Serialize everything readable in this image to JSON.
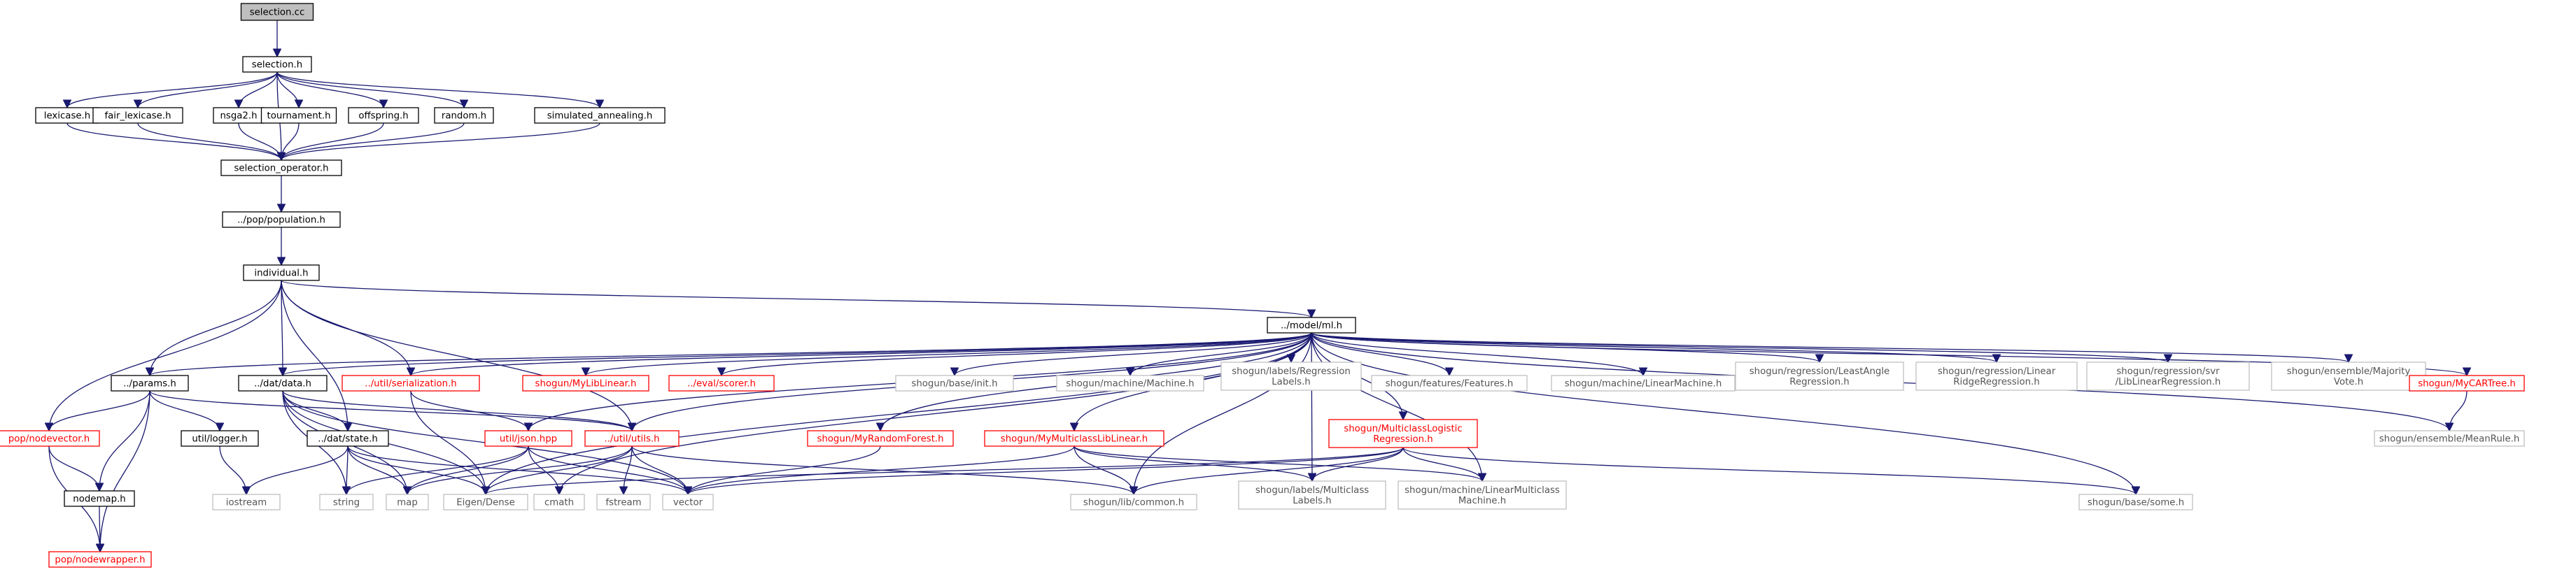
{
  "graph": {
    "colors": {
      "edge": "#191970",
      "root_fill": "#bfbfbf",
      "node_border_black": "#000000",
      "node_border_red": "#ff0000",
      "node_border_grey": "#bfbfbf",
      "text_dark": "#000000",
      "text_red": "#ff0000",
      "text_grey": "#555555"
    },
    "nodes": [
      {
        "id": "selection_cc",
        "lines": [
          "selection.cc"
        ],
        "style": "root"
      },
      {
        "id": "selection_h",
        "lines": [
          "selection.h"
        ],
        "style": "black"
      },
      {
        "id": "lexicase_h",
        "lines": [
          "lexicase.h"
        ],
        "style": "black"
      },
      {
        "id": "fair_lexicase_h",
        "lines": [
          "fair_lexicase.h"
        ],
        "style": "black"
      },
      {
        "id": "nsga2_h",
        "lines": [
          "nsga2.h"
        ],
        "style": "black"
      },
      {
        "id": "tournament_h",
        "lines": [
          "tournament.h"
        ],
        "style": "black"
      },
      {
        "id": "offspring_h",
        "lines": [
          "offspring.h"
        ],
        "style": "black"
      },
      {
        "id": "random_h",
        "lines": [
          "random.h"
        ],
        "style": "black"
      },
      {
        "id": "simulated_annealing_h",
        "lines": [
          "simulated_annealing.h"
        ],
        "style": "black"
      },
      {
        "id": "selection_operator_h",
        "lines": [
          "selection_operator.h"
        ],
        "style": "black"
      },
      {
        "id": "population_h",
        "lines": [
          "../pop/population.h"
        ],
        "style": "black"
      },
      {
        "id": "individual_h",
        "lines": [
          "individual.h"
        ],
        "style": "black"
      },
      {
        "id": "ml_h",
        "lines": [
          "../model/ml.h"
        ],
        "style": "black"
      },
      {
        "id": "params_h",
        "lines": [
          "../params.h"
        ],
        "style": "black"
      },
      {
        "id": "data_h",
        "lines": [
          "../dat/data.h"
        ],
        "style": "black"
      },
      {
        "id": "serialization_h",
        "lines": [
          "../util/serialization.h"
        ],
        "style": "red"
      },
      {
        "id": "mylibliner_h",
        "lines": [
          "shogun/MyLibLinear.h"
        ],
        "style": "red"
      },
      {
        "id": "scorer_h",
        "lines": [
          "../eval/scorer.h"
        ],
        "style": "red"
      },
      {
        "id": "init_h",
        "lines": [
          "shogun/base/init.h"
        ],
        "style": "grey"
      },
      {
        "id": "machine_h",
        "lines": [
          "shogun/machine/Machine.h"
        ],
        "style": "grey"
      },
      {
        "id": "regression_labels_h",
        "lines": [
          "shogun/labels/Regression",
          "Labels.h"
        ],
        "style": "grey"
      },
      {
        "id": "features_h",
        "lines": [
          "shogun/features/Features.h"
        ],
        "style": "grey"
      },
      {
        "id": "linear_machine_h",
        "lines": [
          "shogun/machine/LinearMachine.h"
        ],
        "style": "grey"
      },
      {
        "id": "least_angle_h",
        "lines": [
          "shogun/regression/LeastAngle",
          "Regression.h"
        ],
        "style": "grey"
      },
      {
        "id": "linear_ridge_h",
        "lines": [
          "shogun/regression/Linear",
          "RidgeRegression.h"
        ],
        "style": "grey"
      },
      {
        "id": "liblinear_regression_h",
        "lines": [
          "shogun/regression/svr",
          "/LibLinearRegression.h"
        ],
        "style": "grey"
      },
      {
        "id": "majority_vote_h",
        "lines": [
          "shogun/ensemble/Majority",
          "Vote.h"
        ],
        "style": "grey"
      },
      {
        "id": "mycartree_h",
        "lines": [
          "shogun/MyCARTree.h"
        ],
        "style": "red"
      },
      {
        "id": "meanrule_h",
        "lines": [
          "shogun/ensemble/MeanRule.h"
        ],
        "style": "grey"
      },
      {
        "id": "json_hpp",
        "lines": [
          "util/json.hpp"
        ],
        "style": "red"
      },
      {
        "id": "utils_h",
        "lines": [
          "../util/utils.h"
        ],
        "style": "red"
      },
      {
        "id": "myrandomforest_h",
        "lines": [
          "shogun/MyRandomForest.h"
        ],
        "style": "red"
      },
      {
        "id": "mymulticlassliblinear_h",
        "lines": [
          "shogun/MyMulticlassLibLinear.h"
        ],
        "style": "red"
      },
      {
        "id": "multiclass_logistic_h",
        "lines": [
          "shogun/MulticlassLogistic",
          "Regression.h"
        ],
        "style": "red"
      },
      {
        "id": "nodevector_h",
        "lines": [
          "pop/nodevector.h"
        ],
        "style": "red"
      },
      {
        "id": "logger_h",
        "lines": [
          "util/logger.h"
        ],
        "style": "black"
      },
      {
        "id": "state_h",
        "lines": [
          "../dat/state.h"
        ],
        "style": "black"
      },
      {
        "id": "nodemap_h",
        "lines": [
          "nodemap.h"
        ],
        "style": "black"
      },
      {
        "id": "iostream",
        "lines": [
          "iostream"
        ],
        "style": "grey"
      },
      {
        "id": "string",
        "lines": [
          "string"
        ],
        "style": "grey"
      },
      {
        "id": "map",
        "lines": [
          "map"
        ],
        "style": "grey"
      },
      {
        "id": "eigen_dense",
        "lines": [
          "Eigen/Dense"
        ],
        "style": "grey"
      },
      {
        "id": "cmath",
        "lines": [
          "cmath"
        ],
        "style": "grey"
      },
      {
        "id": "fstream",
        "lines": [
          "fstream"
        ],
        "style": "grey"
      },
      {
        "id": "vector",
        "lines": [
          "vector"
        ],
        "style": "grey"
      },
      {
        "id": "common_h",
        "lines": [
          "shogun/lib/common.h"
        ],
        "style": "grey"
      },
      {
        "id": "multiclass_labels_h",
        "lines": [
          "shogun/labels/Multiclass",
          "Labels.h"
        ],
        "style": "grey"
      },
      {
        "id": "linear_multiclass_machine_h",
        "lines": [
          "shogun/machine/LinearMulticlass",
          "Machine.h"
        ],
        "style": "grey"
      },
      {
        "id": "some_h",
        "lines": [
          "shogun/base/some.h"
        ],
        "style": "grey"
      },
      {
        "id": "nodewrapper_h",
        "lines": [
          "pop/nodewrapper.h"
        ],
        "style": "red"
      }
    ],
    "edges": [
      [
        "selection_cc",
        "selection_h"
      ],
      [
        "selection_h",
        "lexicase_h"
      ],
      [
        "selection_h",
        "fair_lexicase_h"
      ],
      [
        "selection_h",
        "nsga2_h"
      ],
      [
        "selection_h",
        "tournament_h"
      ],
      [
        "selection_h",
        "offspring_h"
      ],
      [
        "selection_h",
        "random_h"
      ],
      [
        "selection_h",
        "simulated_annealing_h"
      ],
      [
        "selection_h",
        "selection_operator_h"
      ],
      [
        "lexicase_h",
        "selection_operator_h"
      ],
      [
        "fair_lexicase_h",
        "selection_operator_h"
      ],
      [
        "nsga2_h",
        "selection_operator_h"
      ],
      [
        "tournament_h",
        "selection_operator_h"
      ],
      [
        "offspring_h",
        "selection_operator_h"
      ],
      [
        "random_h",
        "selection_operator_h"
      ],
      [
        "simulated_annealing_h",
        "selection_operator_h"
      ],
      [
        "selection_operator_h",
        "population_h"
      ],
      [
        "population_h",
        "individual_h"
      ],
      [
        "individual_h",
        "ml_h"
      ],
      [
        "individual_h",
        "params_h"
      ],
      [
        "individual_h",
        "data_h"
      ],
      [
        "individual_h",
        "serialization_h"
      ],
      [
        "individual_h",
        "utils_h"
      ],
      [
        "individual_h",
        "nodevector_h"
      ],
      [
        "individual_h",
        "state_h"
      ],
      [
        "ml_h",
        "params_h"
      ],
      [
        "ml_h",
        "data_h"
      ],
      [
        "ml_h",
        "serialization_h"
      ],
      [
        "ml_h",
        "mylibliner_h"
      ],
      [
        "ml_h",
        "scorer_h"
      ],
      [
        "ml_h",
        "init_h"
      ],
      [
        "ml_h",
        "machine_h"
      ],
      [
        "ml_h",
        "regression_labels_h"
      ],
      [
        "ml_h",
        "features_h"
      ],
      [
        "ml_h",
        "linear_machine_h"
      ],
      [
        "ml_h",
        "least_angle_h"
      ],
      [
        "ml_h",
        "linear_ridge_h"
      ],
      [
        "ml_h",
        "liblinear_regression_h"
      ],
      [
        "ml_h",
        "majority_vote_h"
      ],
      [
        "ml_h",
        "mycartree_h"
      ],
      [
        "ml_h",
        "meanrule_h"
      ],
      [
        "ml_h",
        "json_hpp"
      ],
      [
        "ml_h",
        "utils_h"
      ],
      [
        "ml_h",
        "myrandomforest_h"
      ],
      [
        "ml_h",
        "mymulticlassliblinear_h"
      ],
      [
        "ml_h",
        "multiclass_logistic_h"
      ],
      [
        "ml_h",
        "common_h"
      ],
      [
        "ml_h",
        "multiclass_labels_h"
      ],
      [
        "ml_h",
        "linear_multiclass_machine_h"
      ],
      [
        "ml_h",
        "some_h"
      ],
      [
        "ml_h",
        "eigen_dense"
      ],
      [
        "ml_h",
        "cmath"
      ],
      [
        "mycartree_h",
        "meanrule_h"
      ],
      [
        "params_h",
        "nodevector_h"
      ],
      [
        "params_h",
        "logger_h"
      ],
      [
        "params_h",
        "nodemap_h"
      ],
      [
        "params_h",
        "nodewrapper_h"
      ],
      [
        "params_h",
        "utils_h"
      ],
      [
        "data_h",
        "state_h"
      ],
      [
        "data_h",
        "utils_h"
      ],
      [
        "data_h",
        "string"
      ],
      [
        "data_h",
        "map"
      ],
      [
        "data_h",
        "eigen_dense"
      ],
      [
        "data_h",
        "vector"
      ],
      [
        "serialization_h",
        "json_hpp"
      ],
      [
        "serialization_h",
        "eigen_dense"
      ],
      [
        "json_hpp",
        "string"
      ],
      [
        "json_hpp",
        "map"
      ],
      [
        "json_hpp",
        "cmath"
      ],
      [
        "json_hpp",
        "vector"
      ],
      [
        "utils_h",
        "map"
      ],
      [
        "utils_h",
        "eigen_dense"
      ],
      [
        "utils_h",
        "fstream"
      ],
      [
        "utils_h",
        "vector"
      ],
      [
        "utils_h",
        "common_h"
      ],
      [
        "myrandomforest_h",
        "vector"
      ],
      [
        "mymulticlassliblinear_h",
        "vector"
      ],
      [
        "mymulticlassliblinear_h",
        "common_h"
      ],
      [
        "mymulticlassliblinear_h",
        "multiclass_labels_h"
      ],
      [
        "mymulticlassliblinear_h",
        "linear_multiclass_machine_h"
      ],
      [
        "multiclass_logistic_h",
        "eigen_dense"
      ],
      [
        "multiclass_logistic_h",
        "common_h"
      ],
      [
        "multiclass_logistic_h",
        "multiclass_labels_h"
      ],
      [
        "multiclass_logistic_h",
        "linear_multiclass_machine_h"
      ],
      [
        "multiclass_logistic_h",
        "some_h"
      ],
      [
        "multiclass_logistic_h",
        "vector"
      ],
      [
        "nodevector_h",
        "nodemap_h"
      ],
      [
        "nodevector_h",
        "nodewrapper_h"
      ],
      [
        "nodemap_h",
        "nodewrapper_h"
      ],
      [
        "logger_h",
        "iostream"
      ],
      [
        "state_h",
        "iostream"
      ],
      [
        "state_h",
        "string"
      ],
      [
        "state_h",
        "map"
      ],
      [
        "state_h",
        "eigen_dense"
      ],
      [
        "state_h",
        "vector"
      ]
    ]
  }
}
